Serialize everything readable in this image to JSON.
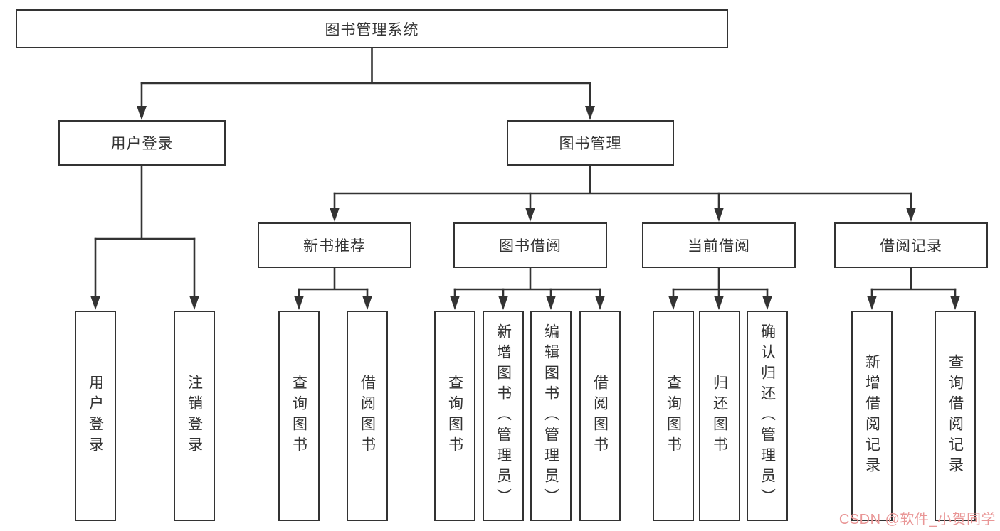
{
  "diagram": {
    "root": {
      "label": "图书管理系统"
    },
    "level1": [
      {
        "label": "用户登录"
      },
      {
        "label": "图书管理"
      }
    ],
    "level2": [
      {
        "label": "新书推荐"
      },
      {
        "label": "图书借阅"
      },
      {
        "label": "当前借阅"
      },
      {
        "label": "借阅记录"
      }
    ],
    "leaves": [
      {
        "label": "用户登录"
      },
      {
        "label": "注销登录"
      },
      {
        "label": "查询图书"
      },
      {
        "label": "借阅图书"
      },
      {
        "label": "查询图书"
      },
      {
        "label": "新增图书（管理员）"
      },
      {
        "label": "编辑图书（管理员）"
      },
      {
        "label": "借阅图书"
      },
      {
        "label": "查询图书"
      },
      {
        "label": "归还图书"
      },
      {
        "label": "确认归还（管理员）"
      },
      {
        "label": "新增借阅记录"
      },
      {
        "label": "查询借阅记录"
      }
    ]
  },
  "watermark": {
    "text": "CSDN @软件_小贺同学",
    "color": "#e99696"
  },
  "colors": {
    "line": "#333333",
    "box_border": "#333333",
    "text": "#333333",
    "background": "#ffffff"
  }
}
